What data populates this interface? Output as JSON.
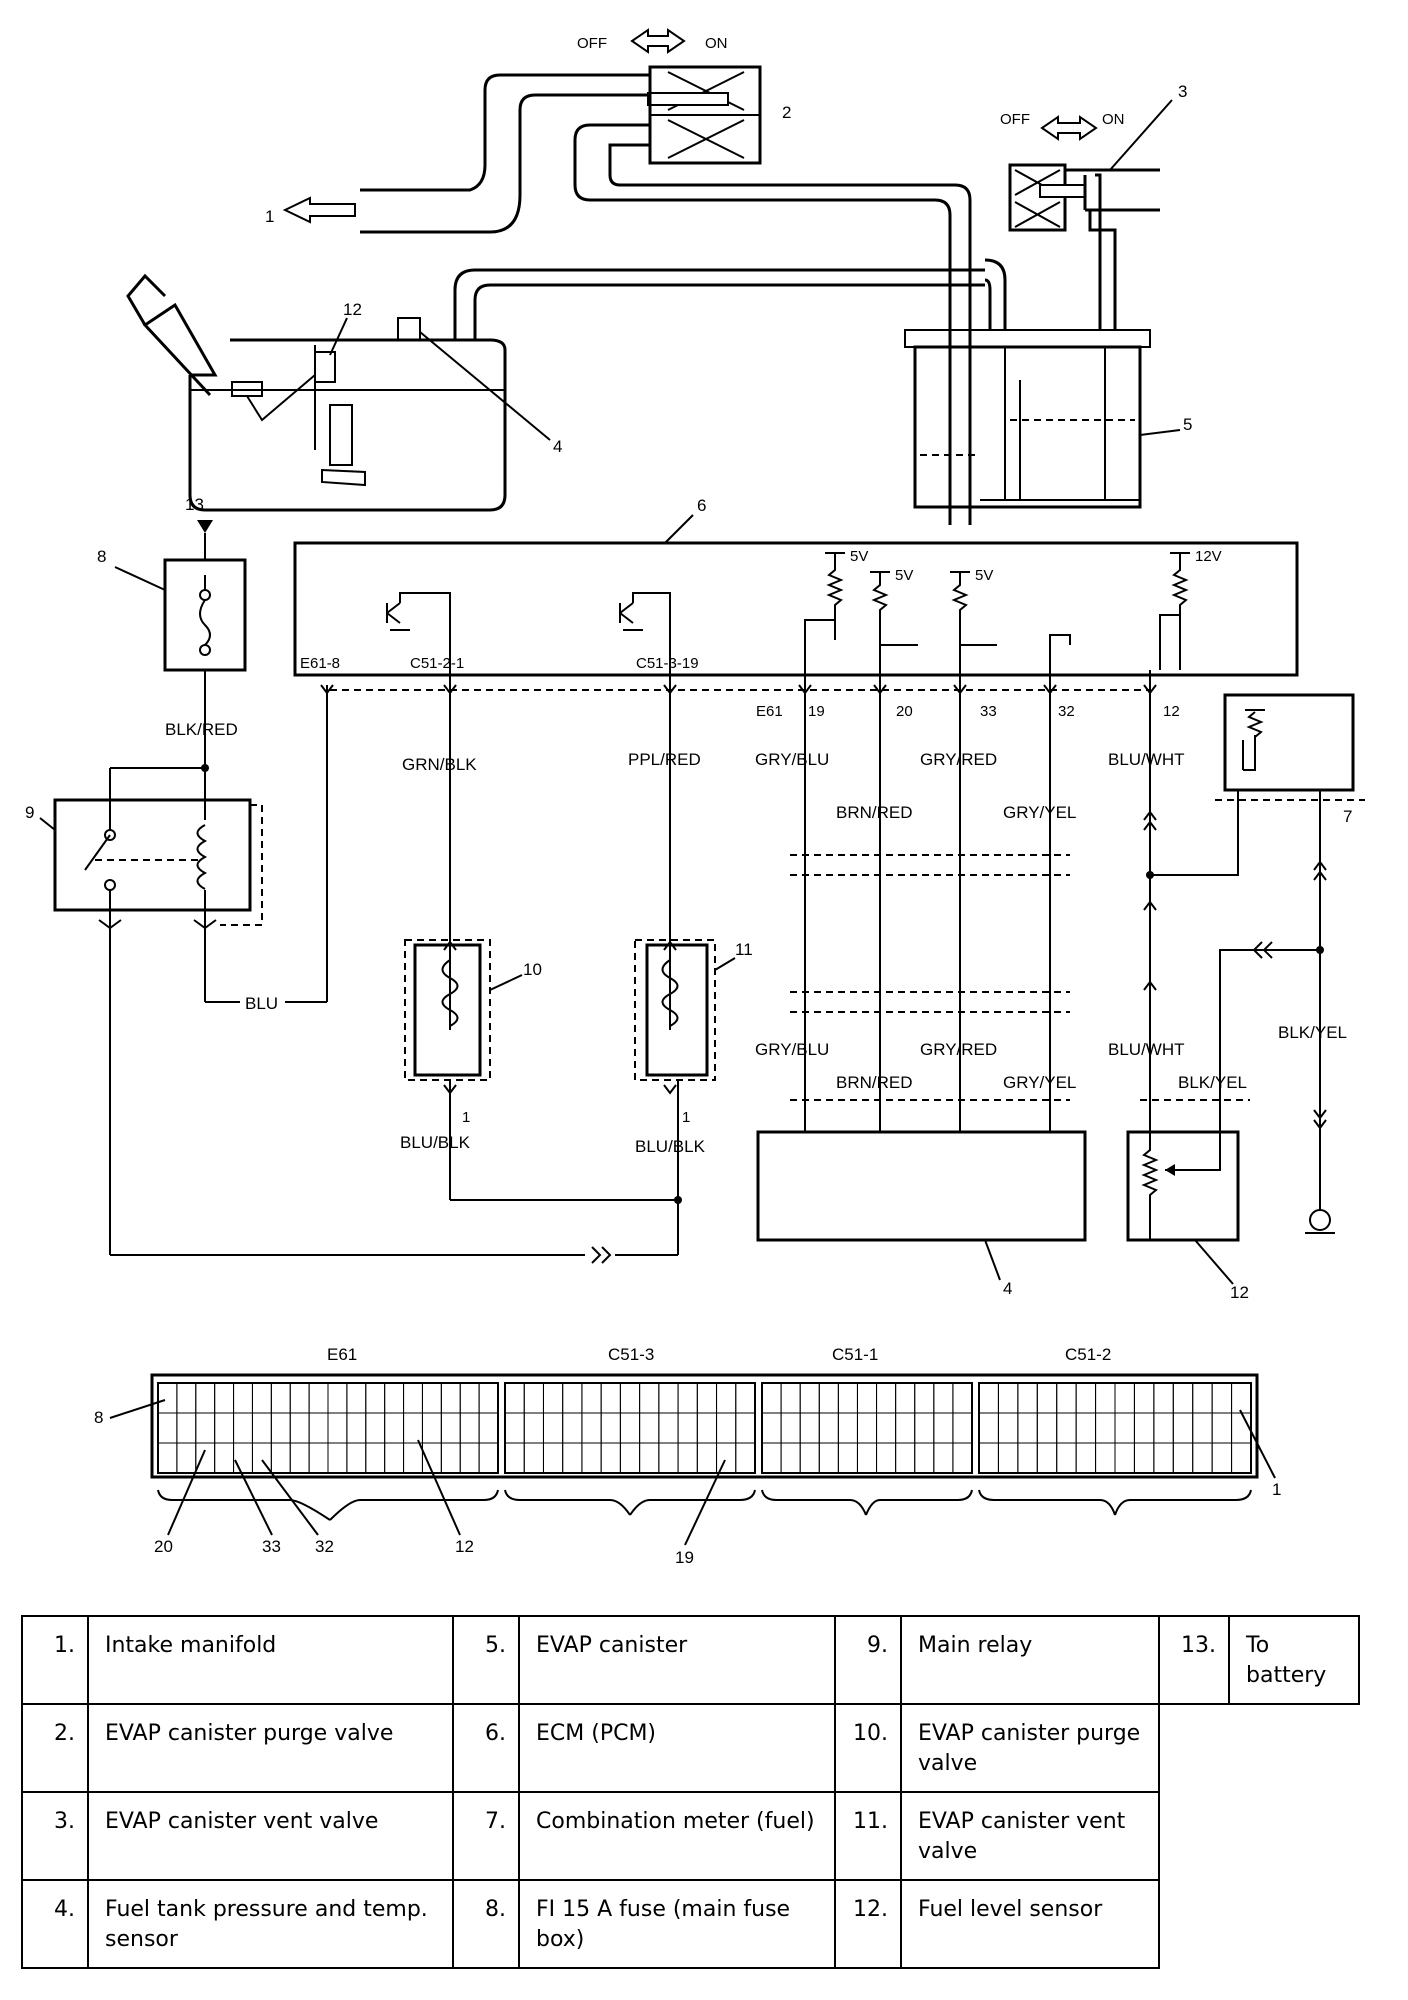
{
  "valve_states": {
    "off": "OFF",
    "on": "ON"
  },
  "callouts": [
    "1",
    "2",
    "3",
    "4",
    "5",
    "6",
    "7",
    "8",
    "9",
    "10",
    "11",
    "12",
    "13"
  ],
  "ecm": {
    "voltages": {
      "v5": "5V",
      "v12": "12V"
    },
    "terminals": {
      "e61_8": "E61-8",
      "c51_2_1": "C51-2-1",
      "c51_3_19": "C51-3-19",
      "e61": "E61",
      "t19": "19",
      "t20": "20",
      "t33": "33",
      "t32": "32",
      "t12": "12"
    }
  },
  "wires": {
    "blk_red": "BLK/RED",
    "grn_blk": "GRN/BLK",
    "ppl_red": "PPL/RED",
    "blu": "BLU",
    "blu_blk": "BLU/BLK",
    "gry_blu": "GRY/BLU",
    "brn_red": "BRN/RED",
    "gry_red": "GRY/RED",
    "gry_yel": "GRY/YEL",
    "blu_wht": "BLU/WHT",
    "blk_yel": "BLK/YEL"
  },
  "pin_one": "1",
  "connector": {
    "headers": [
      "E61",
      "C51-3",
      "C51-1",
      "C51-2"
    ],
    "pins": [
      "8",
      "20",
      "33",
      "32",
      "12",
      "19",
      "1"
    ]
  },
  "legend": [
    [
      {
        "n": "1.",
        "text": "Intake manifold"
      },
      {
        "n": "5.",
        "text": "EVAP canister"
      },
      {
        "n": "9.",
        "text": "Main relay"
      },
      {
        "n": "13.",
        "text": "To battery"
      }
    ],
    [
      {
        "n": "2.",
        "text": "EVAP canister purge valve"
      },
      {
        "n": "6.",
        "text": "ECM (PCM)"
      },
      {
        "n": "10.",
        "text": "EVAP canister purge valve"
      }
    ],
    [
      {
        "n": "3.",
        "text": "EVAP canister vent valve"
      },
      {
        "n": "7.",
        "text": "Combination meter (fuel)"
      },
      {
        "n": "11.",
        "text": "EVAP canister vent valve"
      }
    ],
    [
      {
        "n": "4.",
        "text": "Fuel tank pressure and temp. sensor"
      },
      {
        "n": "8.",
        "text": "FI 15 A fuse (main fuse box)"
      },
      {
        "n": "12.",
        "text": "Fuel level sensor"
      }
    ]
  ]
}
